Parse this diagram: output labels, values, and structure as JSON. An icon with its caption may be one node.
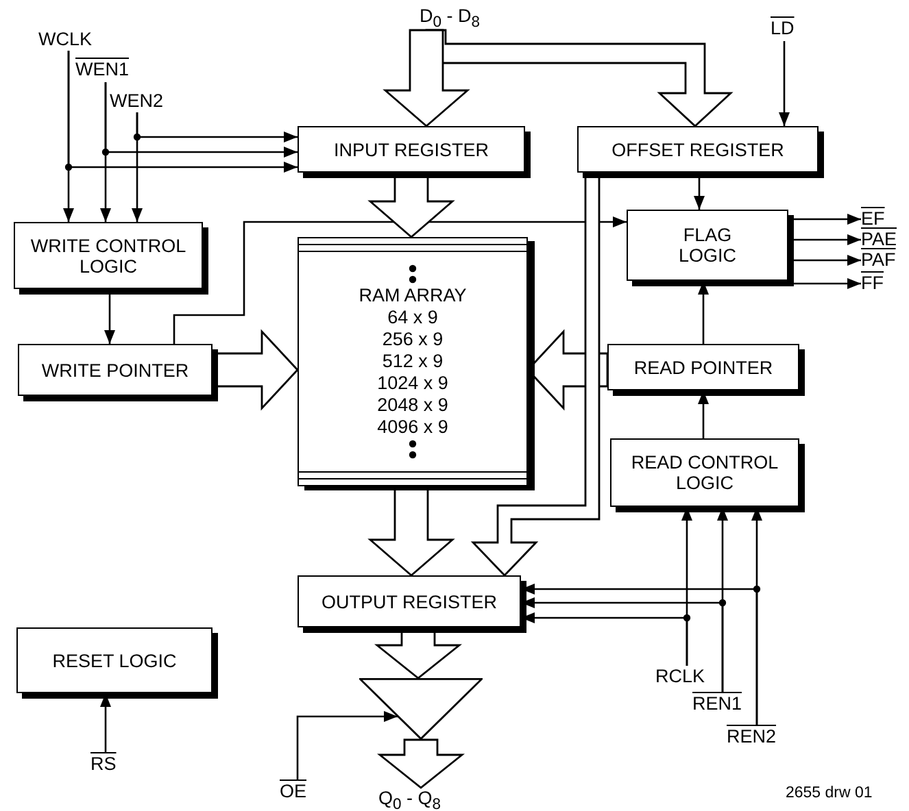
{
  "diagram": {
    "nodes": [
      {
        "text": [
          "WCLK"
        ]
      },
      {
        "text": [
          "WEN1"
        ]
      },
      {
        "text": [
          "WEN2"
        ]
      },
      {
        "text": [
          "D$_{0}$ - D$_{8}$"
        ]
      },
      {
        "text": [
          "LD"
        ]
      },
      {
        "text": [
          "INPUT REGISTER"
        ]
      },
      {
        "text": [
          "OFFSET REGISTER"
        ]
      },
      {
        "text": [
          "WRITE CONTROL LOGIC"
        ]
      },
      {
        "text": [
          "FLAG LOGIC"
        ]
      },
      {
        "text": [
          "EF"
        ]
      },
      {
        "text": [
          "PAE"
        ]
      },
      {
        "text": [
          "PAF"
        ]
      },
      {
        "text": [
          "FF"
        ]
      },
      {
        "text": [
          "RAM ARRAY",
          "64 x 9",
          "256 x 9",
          "512 x 9",
          "1024 x 9",
          "2048 x 9",
          "4096 x 9"
        ]
      },
      {
        "text": [
          "WRITE POINTER"
        ]
      },
      {
        "text": [
          "READ POINTER"
        ]
      },
      {
        "text": [
          "READ CONTROL LOGIC"
        ]
      },
      {
        "text": [
          "OUTPUT REGISTER"
        ]
      },
      {
        "text": [
          "RESET LOGIC"
        ]
      },
      {
        "text": [
          "RS"
        ]
      },
      {
        "text": [
          "RCLK"
        ]
      },
      {
        "text": [
          "REN1"
        ]
      },
      {
        "text": [
          "REN2"
        ]
      },
      {
        "text": [],
        "shape": "triangle"
      },
      {
        "text": [
          "OE"
        ]
      },
      {
        "text": [
          "Q$_{0}$ - Q$_{8}$"
        ]
      }
    ],
    "edges": [
      {
        "from": 0,
        "to": 7,
        "arrow": "to"
      },
      {
        "from": 0,
        "to": 5,
        "arrow": "to"
      },
      {
        "from": 1,
        "to": 7,
        "arrow": "to"
      },
      {
        "from": 1,
        "to": 5,
        "arrow": "to"
      },
      {
        "from": 2,
        "to": 7,
        "arrow": "to"
      },
      {
        "from": 2,
        "to": 5,
        "arrow": "to"
      },
      {
        "from": 3,
        "to": 5,
        "arrow": "to",
        "style": "thick"
      },
      {
        "from": 3,
        "to": 6,
        "arrow": "to",
        "style": "thick"
      },
      {
        "from": 4,
        "to": 6,
        "arrow": "to"
      },
      {
        "from": 6,
        "to": 8,
        "arrow": "to"
      },
      {
        "from": 5,
        "to": 13,
        "arrow": "to",
        "style": "thick"
      },
      {
        "from": 7,
        "to": 14,
        "arrow": "to"
      },
      {
        "from": 14,
        "to": 8,
        "arrow": "to"
      },
      {
        "from": 8,
        "to": 9,
        "arrow": "to"
      },
      {
        "from": 8,
        "to": 10,
        "arrow": "to"
      },
      {
        "from": 8,
        "to": 11,
        "arrow": "to"
      },
      {
        "from": 8,
        "to": 12,
        "arrow": "to"
      },
      {
        "from": 14,
        "to": 13,
        "arrow": "to",
        "style": "thick"
      },
      {
        "from": 15,
        "to": 13,
        "arrow": "to",
        "style": "thick"
      },
      {
        "from": 15,
        "to": 8,
        "arrow": "to"
      },
      {
        "from": 16,
        "to": 15,
        "arrow": "to"
      },
      {
        "from": 13,
        "to": 17,
        "arrow": "to",
        "style": "thick"
      },
      {
        "from": 6,
        "to": 17,
        "arrow": "to",
        "style": "thick"
      },
      {
        "from": 20,
        "to": 16,
        "arrow": "to"
      },
      {
        "from": 20,
        "to": 17,
        "arrow": "to"
      },
      {
        "from": 21,
        "to": 16,
        "arrow": "to"
      },
      {
        "from": 21,
        "to": 17,
        "arrow": "to"
      },
      {
        "from": 22,
        "to": 16,
        "arrow": "to"
      },
      {
        "from": 22,
        "to": 17,
        "arrow": "to"
      },
      {
        "from": 19,
        "to": 18,
        "arrow": "to"
      },
      {
        "from": 17,
        "to": 23,
        "arrow": "to",
        "style": "thick"
      },
      {
        "from": 24,
        "to": 23,
        "arrow": "to"
      },
      {
        "from": 23,
        "to": 25,
        "arrow": "to",
        "style": "thick"
      }
    ],
    "labels": [
      "2655 drw 01"
    ]
  }
}
